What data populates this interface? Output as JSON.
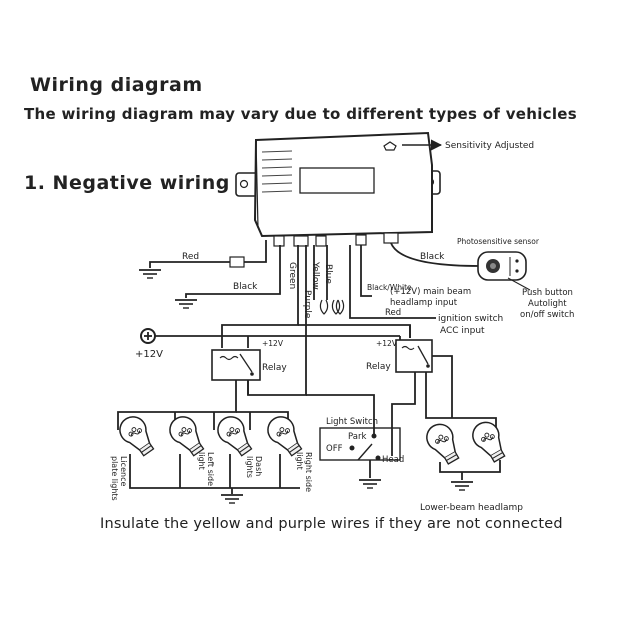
{
  "header": {
    "title": "Wiring diagram",
    "subtitle": "The wiring diagram may vary due to different types of vehicles",
    "section": "1. Negative wiring"
  },
  "labels": {
    "sensitivity": "Sensitivity Adjusted",
    "photosensor": "Photosensitive sensor",
    "red_left": "Red",
    "black_left": "Black",
    "green": "Green",
    "purple": "Purple",
    "yellow": "Yellow",
    "blue": "Blue",
    "black_white": "Black/White",
    "black_right": "Black",
    "main_beam_1": "(+12V) main beam",
    "main_beam_2": "headlamp input",
    "red_right": "Red",
    "ignition_1": "ignition switch",
    "ignition_2": "ACC input",
    "push_1": "Push button",
    "push_2": "Autolight",
    "push_3": "on/off switch",
    "plus12v": "+12V",
    "relay_plus_left": "+12V",
    "relay_plus_right": "+12V",
    "relay_left": "Relay",
    "relay_right": "Relay",
    "light_switch": "Light Switch",
    "park": "Park",
    "off": "OFF",
    "head": "Head",
    "lamp_1a": "Licence",
    "lamp_1b": "plate lights",
    "lamp_2a": "Left side",
    "lamp_2b": "light",
    "lamp_3a": "Dash",
    "lamp_3b": "lights",
    "lamp_4a": "Right side",
    "lamp_4b": "light",
    "lower_beam": "Lower-beam headlamp"
  },
  "footer": "Insulate the yellow and purple wires if they are not connected"
}
